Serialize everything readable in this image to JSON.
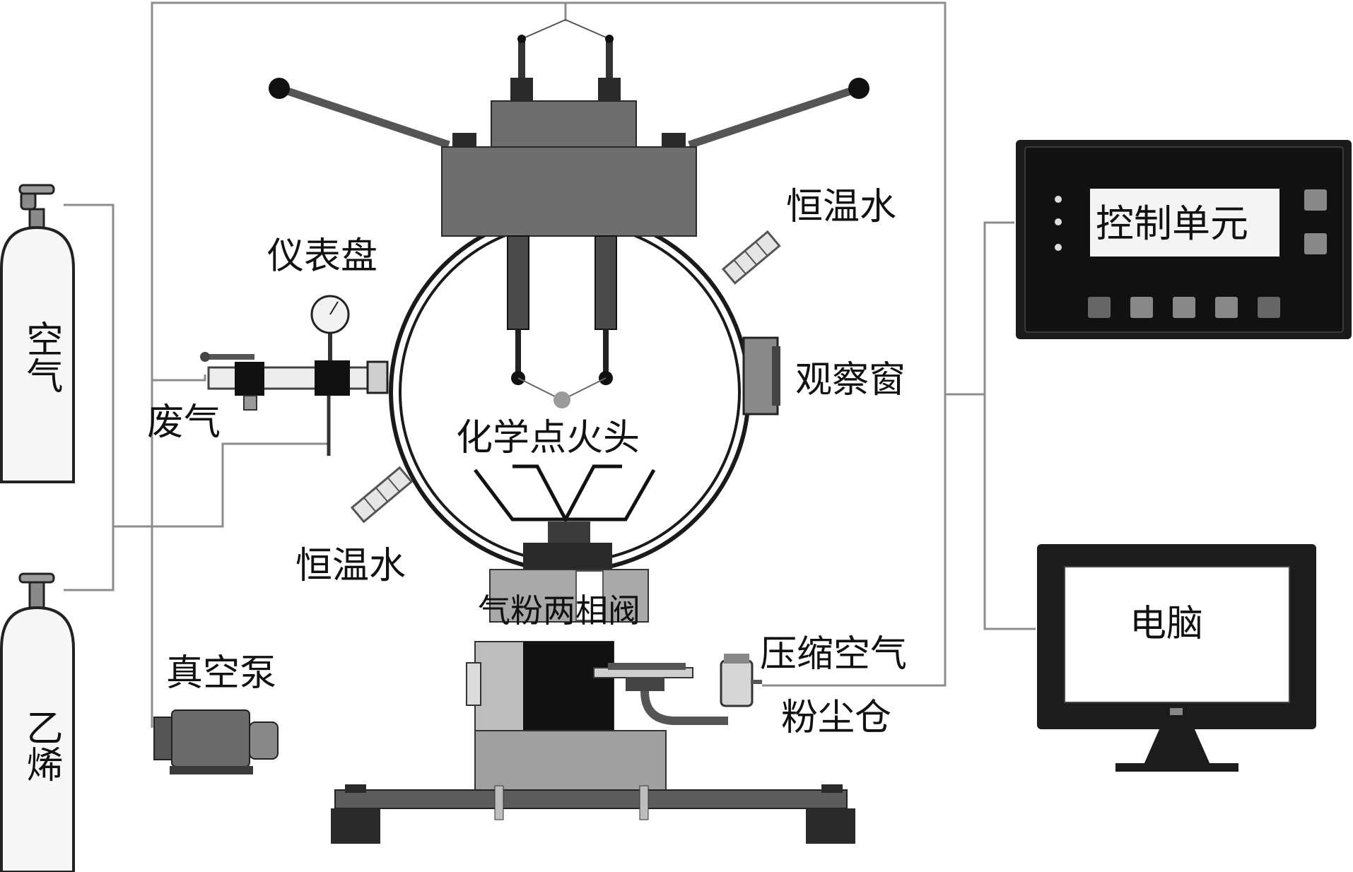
{
  "labels": {
    "air": "空气",
    "ethylene": "乙烯",
    "gauge": "仪表盘",
    "exhaust": "废气",
    "thermostatic_water_top": "恒温水",
    "thermostatic_water_bottom": "恒温水",
    "observation_window": "观察窗",
    "chemical_igniter": "化学点火头",
    "two_phase_valve": "气粉两相阀",
    "compressed_air": "压缩空气",
    "dust_chamber": "粉尘仓",
    "vacuum_pump": "真空泵",
    "control_unit": "控制单元",
    "computer": "电脑"
  },
  "colors": {
    "line": "#8c8c8c",
    "dark": "#1a1a1a",
    "vessel_gray": "#6e6e6e",
    "light_gray": "#bdbdbd"
  }
}
